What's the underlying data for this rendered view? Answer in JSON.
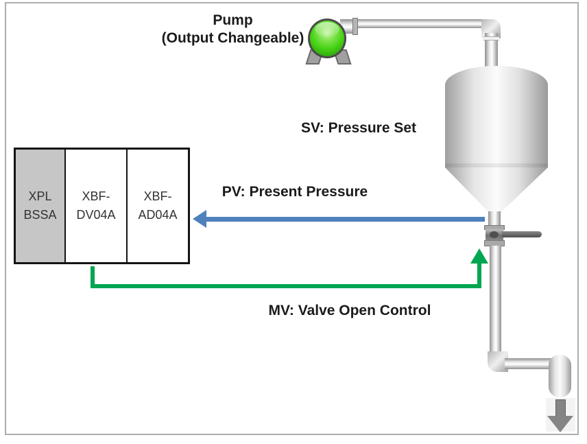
{
  "frame": {
    "border_color": "#adadad",
    "background": "#ffffff"
  },
  "pump": {
    "label_line1": "Pump",
    "label_line2": "(Output Changeable)",
    "icon": "pump-icon",
    "color": "#46d214"
  },
  "tank": {
    "icon": "hopper-tank-icon"
  },
  "valve": {
    "icon": "valve-icon"
  },
  "outlet": {
    "icon": "down-arrow-icon",
    "arrow_color": "#858585"
  },
  "signals": {
    "sv_label": "SV: Pressure Set",
    "pv_label": "PV: Present Pressure",
    "mv_label": "MV: Valve Open Control",
    "pv_arrow_color": "#4f81bd",
    "mv_arrow_color": "#00a651"
  },
  "plc": {
    "modules": [
      {
        "line1": "XPL",
        "line2": "BSSA",
        "bg": "#c6c6c6"
      },
      {
        "line1": "XBF-",
        "line2": "DV04A",
        "bg": "#ffffff"
      },
      {
        "line1": "XBF-",
        "line2": "AD04A",
        "bg": "#ffffff"
      }
    ]
  }
}
